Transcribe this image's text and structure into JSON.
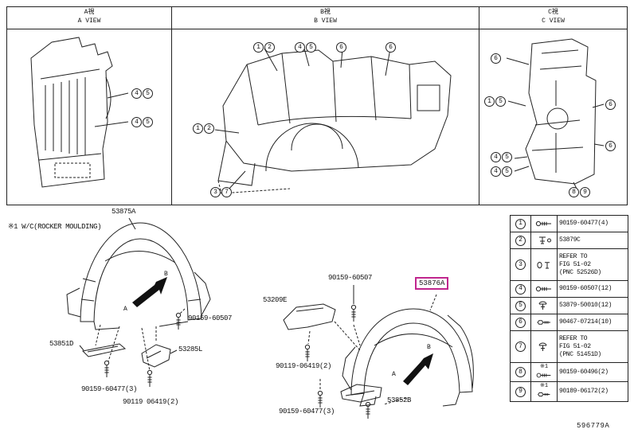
{
  "drawing_number": "596779A",
  "note": "※1 W/C(ROCKER MOULDING)",
  "highlight_color": "#c0268e",
  "views": {
    "a": {
      "title_jp": "A視",
      "title_en": "A VIEW",
      "callouts": [
        "4",
        "5",
        "4",
        "5"
      ]
    },
    "b": {
      "title_jp": "B視",
      "title_en": "B VIEW",
      "callouts": [
        "1",
        "2",
        "4",
        "5",
        "6",
        "6",
        "1",
        "2",
        "3",
        "7"
      ]
    },
    "c": {
      "title_jp": "C視",
      "title_en": "C VIEW",
      "callouts": [
        "6",
        "1",
        "5",
        "6",
        "6",
        "4",
        "5",
        "4",
        "5",
        "8",
        "9"
      ]
    }
  },
  "parts": {
    "fender_liner_left": "53875A",
    "retainer_left": "53851D",
    "pad_left": "53285L",
    "deflector_mid": "53209E",
    "fender_liner_right": "53876A",
    "pad_right": "53852B",
    "screw_60507_left": "90159-60507",
    "screw_60507_mid": "90159-60507",
    "screw_60477_left": "90159-60477(3)",
    "screw_60477_mid": "90159-60477(3)",
    "screw_06419_left": "90119 06419(2)",
    "screw_06419_mid": "90119-06419(2)"
  },
  "view_markers": {
    "left_a": "A",
    "left_b": "B",
    "mid_a": "A",
    "mid_b": "B"
  },
  "fastener_table": {
    "rows": [
      {
        "num": "1",
        "icon": "screw",
        "note": "",
        "part": "90159-60477(4)"
      },
      {
        "num": "2",
        "icon": "grommet",
        "note": "",
        "part": "53879C"
      },
      {
        "num": "3",
        "icon": "clip",
        "note": "",
        "part": "REFER TO\nFIG 51-02\n(PNC 52526D)"
      },
      {
        "num": "4",
        "icon": "screw",
        "note": "",
        "part": "90159-60507(12)"
      },
      {
        "num": "5",
        "icon": "rivet",
        "note": "",
        "part": "53879-50010(12)"
      },
      {
        "num": "6",
        "icon": "bolt",
        "note": "",
        "part": "90467-07214(10)"
      },
      {
        "num": "7",
        "icon": "rivet",
        "note": "",
        "part": "REFER TO\nFIG 51-02\n(PNC 51451D)"
      },
      {
        "num": "8",
        "icon": "screw",
        "note": "※1",
        "part": "90159-60496(2)"
      },
      {
        "num": "9",
        "icon": "bolt",
        "note": "※1",
        "part": "90189-06172(2)"
      }
    ]
  }
}
